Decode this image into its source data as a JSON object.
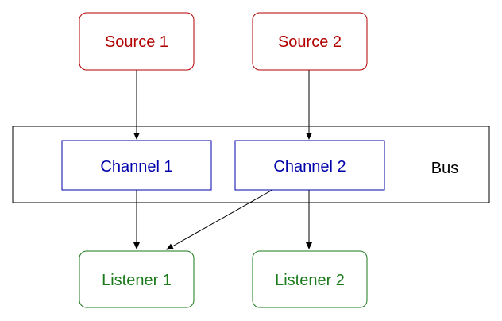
{
  "colors": {
    "source": "#b20000",
    "channel": "#0000aa",
    "listener": "#1a7a1a",
    "line": "#000000"
  },
  "bus": {
    "label": "Bus"
  },
  "sources": [
    {
      "label": "Source 1"
    },
    {
      "label": "Source 2"
    }
  ],
  "channels": [
    {
      "label": "Channel 1"
    },
    {
      "label": "Channel 2"
    }
  ],
  "listeners": [
    {
      "label": "Listener 1"
    },
    {
      "label": "Listener 2"
    }
  ]
}
